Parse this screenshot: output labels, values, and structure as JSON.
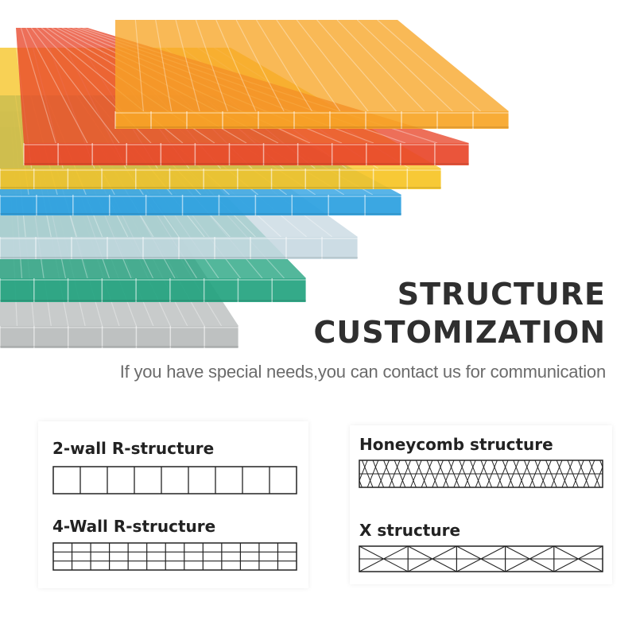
{
  "hero": {
    "title_line1": "STRUCTURE",
    "title_line2": "CUSTOMIZATION",
    "subtitle": "If you have special needs,you can contact us for communication",
    "sheet_colors": [
      "#f7a526",
      "#e8472a",
      "#f6c425",
      "#2a9fe0",
      "#c8d9e2",
      "#23a37f",
      "#b9bcbc"
    ]
  },
  "structures": {
    "two_wall": {
      "label": "2-wall R-structure",
      "cells": 9
    },
    "four_wall": {
      "label": "4-Wall R-structure",
      "cells": 13,
      "rows": 3
    },
    "honeycomb": {
      "label": "Honeycomb structure"
    },
    "x_structure": {
      "label": "X structure",
      "cells": 5
    }
  }
}
